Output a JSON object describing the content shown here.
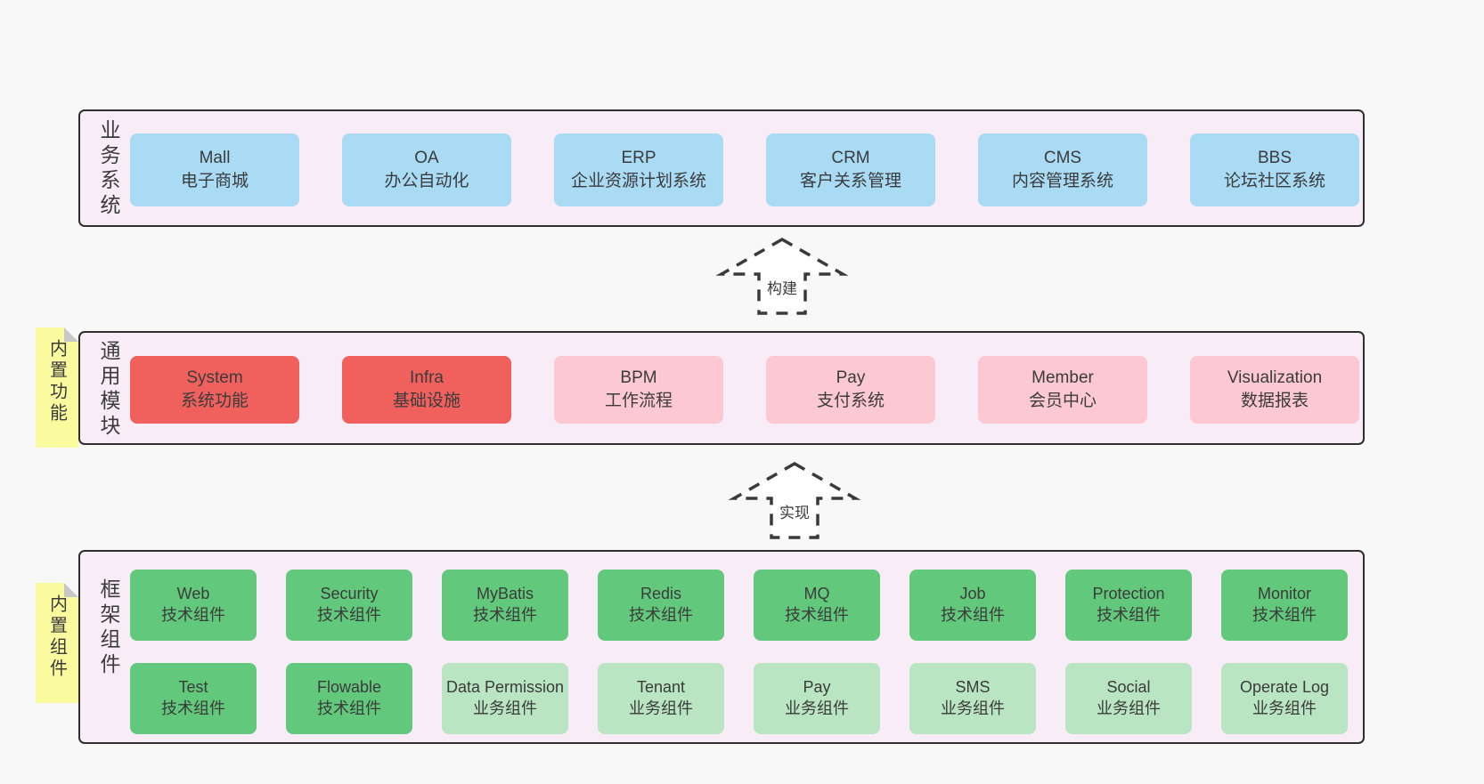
{
  "page": {
    "background": "#f8f8f8"
  },
  "colors": {
    "blue": "#a9dbf5",
    "red": "#f0615e",
    "pink": "#fcc8d2",
    "green_dark": "#62c87b",
    "green_light": "#b9e5c2",
    "note_yellow": "#fafa9e",
    "note_fold": "#c7c7c7",
    "container_fill": "#f8edf7",
    "container_border": "#2e2e2e",
    "text": "#3b3b3b"
  },
  "arrows": [
    {
      "label": "构建"
    },
    {
      "label": "实现"
    }
  ],
  "notes": [
    {
      "label": "内置功能"
    },
    {
      "label": "内置组件"
    }
  ],
  "layers": [
    {
      "title": "业务系统",
      "boxes": [
        {
          "name": "Mall",
          "desc": "电子商城",
          "variant": "blue"
        },
        {
          "name": "OA",
          "desc": "办公自动化",
          "variant": "blue"
        },
        {
          "name": "ERP",
          "desc": "企业资源计划系统",
          "variant": "blue"
        },
        {
          "name": "CRM",
          "desc": "客户关系管理",
          "variant": "blue"
        },
        {
          "name": "CMS",
          "desc": "内容管理系统",
          "variant": "blue"
        },
        {
          "name": "BBS",
          "desc": "论坛社区系统",
          "variant": "blue"
        }
      ]
    },
    {
      "title": "通用模块",
      "boxes": [
        {
          "name": "System",
          "desc": "系统功能",
          "variant": "red"
        },
        {
          "name": "Infra",
          "desc": "基础设施",
          "variant": "red"
        },
        {
          "name": "BPM",
          "desc": "工作流程",
          "variant": "pink"
        },
        {
          "name": "Pay",
          "desc": "支付系统",
          "variant": "pink"
        },
        {
          "name": "Member",
          "desc": "会员中心",
          "variant": "pink"
        },
        {
          "name": "Visualization",
          "desc": "数据报表",
          "variant": "pink"
        }
      ]
    },
    {
      "title": "框架组件",
      "boxes": [
        {
          "name": "Web",
          "desc": "技术组件",
          "variant": "green_dark"
        },
        {
          "name": "Security",
          "desc": "技术组件",
          "variant": "green_dark"
        },
        {
          "name": "MyBatis",
          "desc": "技术组件",
          "variant": "green_dark"
        },
        {
          "name": "Redis",
          "desc": "技术组件",
          "variant": "green_dark"
        },
        {
          "name": "MQ",
          "desc": "技术组件",
          "variant": "green_dark"
        },
        {
          "name": "Job",
          "desc": "技术组件",
          "variant": "green_dark"
        },
        {
          "name": "Protection",
          "desc": "技术组件",
          "variant": "green_dark"
        },
        {
          "name": "Monitor",
          "desc": "技术组件",
          "variant": "green_dark"
        },
        {
          "name": "Test",
          "desc": "技术组件",
          "variant": "green_dark"
        },
        {
          "name": "Flowable",
          "desc": "技术组件",
          "variant": "green_dark"
        },
        {
          "name": "Data Permission",
          "desc": "业务组件",
          "variant": "green_light"
        },
        {
          "name": "Tenant",
          "desc": "业务组件",
          "variant": "green_light"
        },
        {
          "name": "Pay",
          "desc": "业务组件",
          "variant": "green_light"
        },
        {
          "name": "SMS",
          "desc": "业务组件",
          "variant": "green_light"
        },
        {
          "name": "Social",
          "desc": "业务组件",
          "variant": "green_light"
        },
        {
          "name": "Operate Log",
          "desc": "业务组件",
          "variant": "green_light"
        }
      ]
    }
  ]
}
